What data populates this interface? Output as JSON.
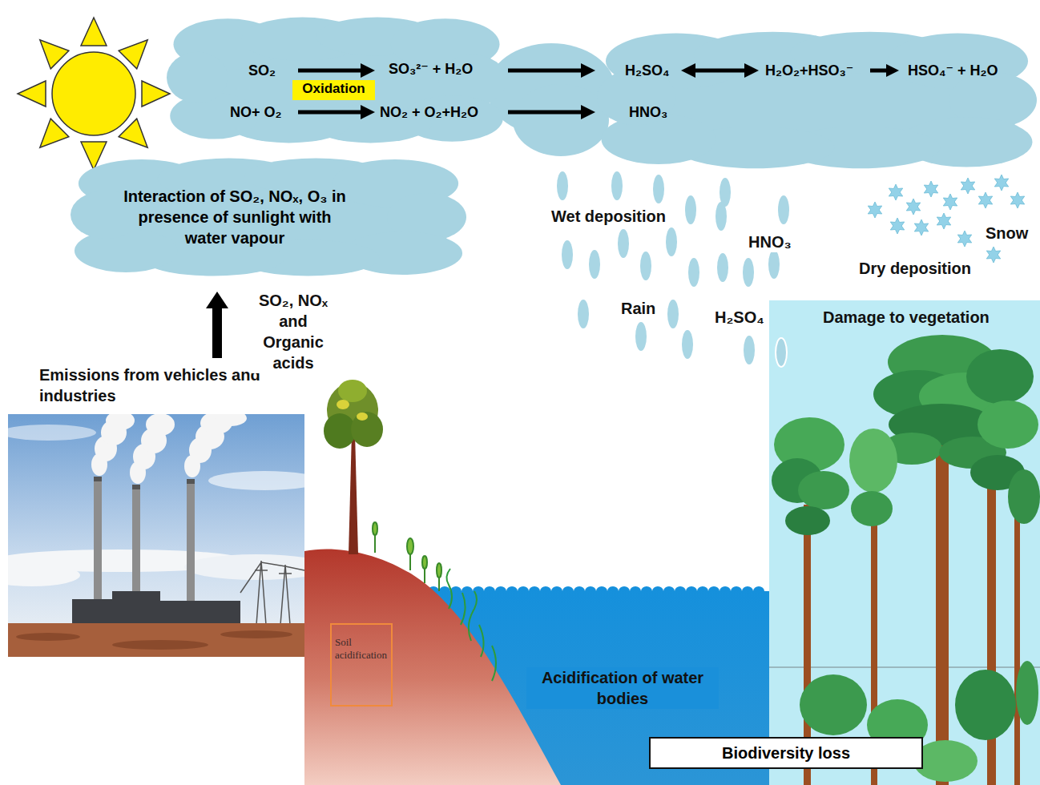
{
  "diagram": {
    "nodes": [
      {
        "text": [
          "SO₂",
          "SO₃²⁻ + H₂O",
          "NO+ O₂",
          "NO₂ + O₂+H₂O"
        ]
      },
      {
        "text": [
          "Oxidation"
        ],
        "in": 0
      },
      {
        "text": [
          "H₂SO₄",
          "H₂O₂+HSO₃⁻",
          "HSO₄⁻ + H₂O",
          "HNO₃"
        ]
      },
      {
        "text": [
          "Interaction of SO₂, NOₓ, O₃ in presence of sunlight with water vapour"
        ]
      },
      {
        "text": [
          "Soil acidification"
        ]
      },
      {
        "text": [
          "Biodiversity loss"
        ]
      }
    ],
    "edges": [
      {
        "from": 0,
        "to": 2,
        "arrow": "to"
      },
      {
        "from": 0,
        "to": 2,
        "arrow": "to"
      }
    ],
    "labels": [
      "Emissions from vehicles and industries",
      "SO₂, NOₓ and Organic acids",
      "Wet deposition",
      "Rain",
      "HNO₃",
      "H₂SO₄",
      "Snow",
      "Dry deposition",
      "Damage to vegetation",
      "Acidification of water bodies"
    ]
  }
}
